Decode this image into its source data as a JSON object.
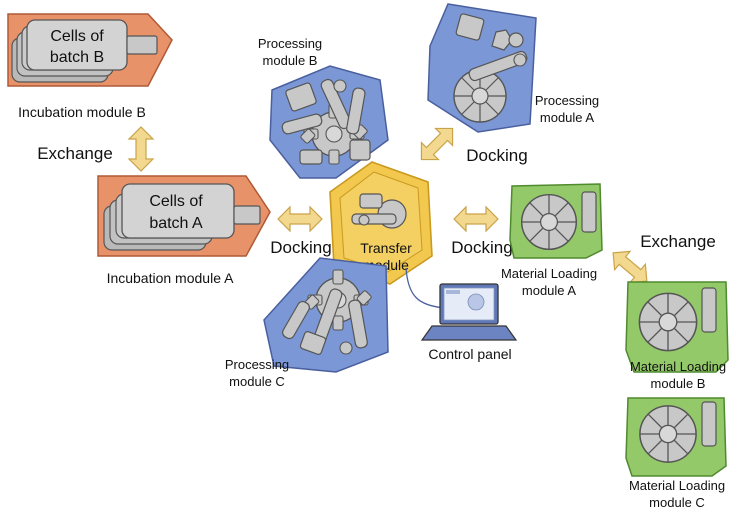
{
  "colors": {
    "incubation_fill": "#e8926a",
    "incubation_stroke": "#b05a36",
    "processing_fill": "#7b97d6",
    "processing_stroke": "#4a5f9e",
    "transfer_fill": "#f2c84f",
    "transfer_stroke": "#c99a1e",
    "loading_fill": "#94c96a",
    "loading_stroke": "#4f8a2e",
    "machine_fill": "#c8c8c8",
    "machine_stroke": "#555555",
    "arrow_fill": "#f3d88f",
    "arrow_stroke": "#c9a349"
  },
  "incubation_b": {
    "cells_line1": "Cells of",
    "cells_line2": "batch B",
    "label": "Incubation module B"
  },
  "incubation_a": {
    "cells_line1": "Cells of",
    "cells_line2": "batch A",
    "label": "Incubation module A"
  },
  "processing_b": {
    "label_line1": "Processing",
    "label_line2": "module B"
  },
  "processing_a": {
    "label_line1": "Processing",
    "label_line2": "module A"
  },
  "processing_c": {
    "label_line1": "Processing",
    "label_line2": "module C"
  },
  "transfer": {
    "label_line1": "Transfer",
    "label_line2": "module"
  },
  "loading_a": {
    "label_line1": "Material Loading",
    "label_line2": "module A"
  },
  "loading_b": {
    "label_line1": "Material Loading",
    "label_line2": "module B"
  },
  "loading_c": {
    "label_line1": "Material Loading",
    "label_line2": "module C"
  },
  "control_panel": {
    "label": "Control panel"
  },
  "labels": {
    "exchange_left": "Exchange",
    "exchange_right": "Exchange",
    "docking_top_right": "Docking",
    "docking_left": "Docking",
    "docking_right": "Docking"
  },
  "icons": {
    "arrows": "double-arrow-icon",
    "laptop": "laptop-icon",
    "rotor": "rotor-icon",
    "robot_arm": "robot-arm-icon"
  }
}
